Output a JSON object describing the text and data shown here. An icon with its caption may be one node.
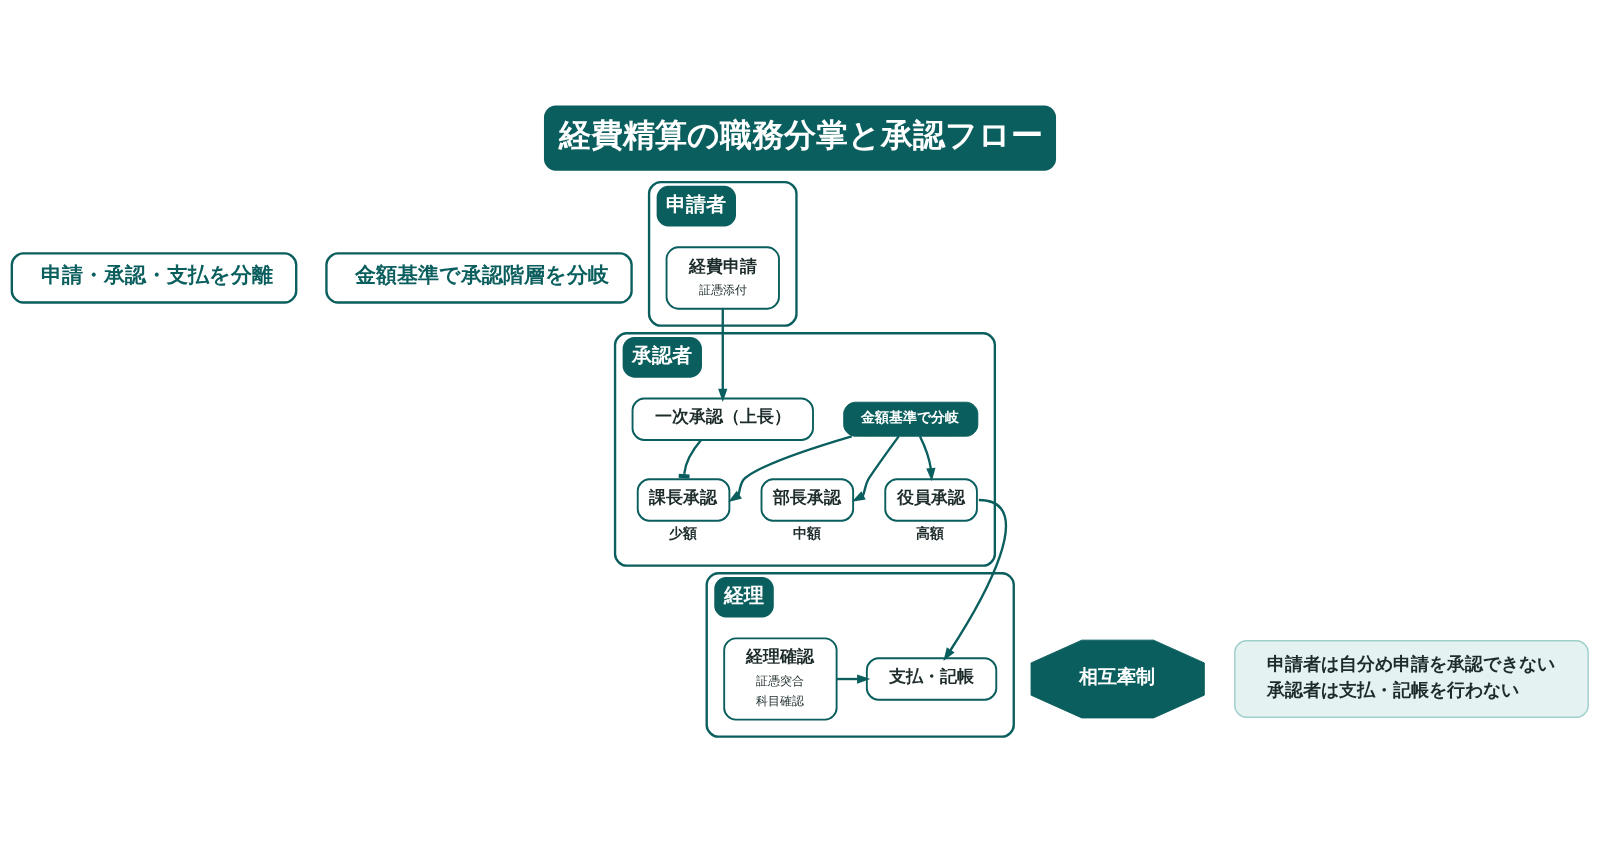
{
  "diagram": {
    "title": "経費精算の職務分掌と承認フロー",
    "nodes": [
      {
        "text": [
          "申請・承認・支払を分離"
        ]
      },
      {
        "text": [
          "金額基準で承認階層を分岐"
        ]
      },
      {
        "text": [
          "申請者"
        ]
      },
      {
        "text": [
          "経費申請",
          "証憑添付"
        ],
        "in": 2
      },
      {
        "text": [
          "承認者"
        ]
      },
      {
        "text": [
          "一次承認（上長）"
        ],
        "in": 4
      },
      {
        "text": [
          "金額基準で分岐"
        ],
        "in": 4
      },
      {
        "text": [
          "課長承認"
        ],
        "in": 4,
        "beside": [
          "少額"
        ]
      },
      {
        "text": [
          "部長承認"
        ],
        "in": 4,
        "beside": [
          "中額"
        ]
      },
      {
        "text": [
          "役員承認"
        ],
        "in": 4,
        "beside": [
          "高額"
        ]
      },
      {
        "text": [
          "経理"
        ]
      },
      {
        "text": [
          "経理確認",
          "証憑突合",
          "科目確認"
        ],
        "in": 10
      },
      {
        "text": [
          "支払・記帳"
        ],
        "in": 10
      },
      {
        "text": [
          "相互牽制"
        ]
      },
      {
        "text": [
          "申請者は自分め申請を承認できない",
          "承認者は支払・記帳を行わない"
        ]
      }
    ],
    "edges": [
      {
        "from": 3,
        "to": 5,
        "arrow": "to"
      },
      {
        "from": 5,
        "to": 7,
        "arrow": "other"
      },
      {
        "from": 6,
        "to": 7,
        "arrow": "to"
      },
      {
        "from": 6,
        "to": 8,
        "arrow": "to"
      },
      {
        "from": 6,
        "to": 9,
        "arrow": "to"
      },
      {
        "from": 9,
        "to": 12,
        "arrow": "to"
      },
      {
        "from": 11,
        "to": 12,
        "arrow": "to"
      }
    ]
  }
}
